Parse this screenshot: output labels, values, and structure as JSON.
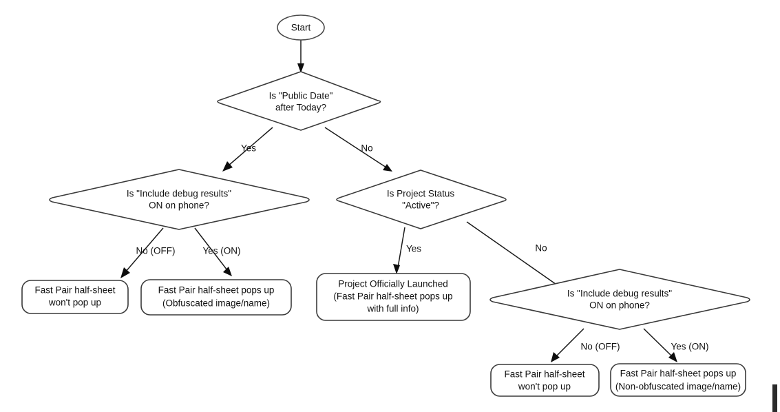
{
  "diagram": {
    "title": "Fast Pair Half-Sheet Decision Flowchart",
    "type": "flowchart",
    "background_color": "#ffffff",
    "stroke_color": "#3a3a3a",
    "text_color": "#111111"
  },
  "nodes": {
    "start": {
      "id": "start",
      "shape": "ellipse",
      "label": "Start",
      "lines": [
        "Start"
      ]
    },
    "d_public_date": {
      "id": "d_public_date",
      "shape": "diamond",
      "lines": [
        "Is \"Public Date\"",
        "after Today?"
      ]
    },
    "d_debug_left": {
      "id": "d_debug_left",
      "shape": "diamond",
      "lines": [
        "Is \"Include debug results\"",
        "ON on phone?"
      ]
    },
    "d_project_status": {
      "id": "d_project_status",
      "shape": "diamond",
      "lines": [
        "Is Project Status",
        "\"Active\"?"
      ]
    },
    "d_debug_right": {
      "id": "d_debug_right",
      "shape": "diamond",
      "lines": [
        "Is \"Include debug results\"",
        "ON on phone?"
      ]
    },
    "r_left_off": {
      "id": "r_left_off",
      "shape": "rounded-rect",
      "lines": [
        "Fast Pair half-sheet",
        "won't pop up"
      ]
    },
    "r_left_on": {
      "id": "r_left_on",
      "shape": "rounded-rect",
      "lines": [
        "Fast Pair half-sheet pops up",
        "(Obfuscated image/name)"
      ]
    },
    "r_launched": {
      "id": "r_launched",
      "shape": "rounded-rect",
      "lines": [
        "Project Officially Launched",
        "(Fast Pair half-sheet pops up",
        "with full info)"
      ]
    },
    "r_right_off": {
      "id": "r_right_off",
      "shape": "rounded-rect",
      "lines": [
        "Fast Pair half-sheet",
        "won't pop up"
      ]
    },
    "r_right_on": {
      "id": "r_right_on",
      "shape": "rounded-rect",
      "lines": [
        "Fast Pair half-sheet pops up",
        "(Non-obfuscated image/name)"
      ]
    }
  },
  "edge_labels": {
    "pd_yes": "Yes",
    "pd_no": "No",
    "dl_no": "No (OFF)",
    "dl_yes": "Yes (ON)",
    "ps_yes": "Yes",
    "ps_no": "No",
    "dr_no": "No (OFF)",
    "dr_yes": "Yes (ON)"
  },
  "edges": [
    {
      "from": "start",
      "to": "d_public_date",
      "label": ""
    },
    {
      "from": "d_public_date",
      "to": "d_debug_left",
      "label": "Yes"
    },
    {
      "from": "d_public_date",
      "to": "d_project_status",
      "label": "No"
    },
    {
      "from": "d_debug_left",
      "to": "r_left_off",
      "label": "No (OFF)"
    },
    {
      "from": "d_debug_left",
      "to": "r_left_on",
      "label": "Yes (ON)"
    },
    {
      "from": "d_project_status",
      "to": "r_launched",
      "label": "Yes"
    },
    {
      "from": "d_project_status",
      "to": "d_debug_right",
      "label": "No"
    },
    {
      "from": "d_debug_right",
      "to": "r_right_off",
      "label": "No (OFF)"
    },
    {
      "from": "d_debug_right",
      "to": "r_right_on",
      "label": "Yes (ON)"
    }
  ]
}
